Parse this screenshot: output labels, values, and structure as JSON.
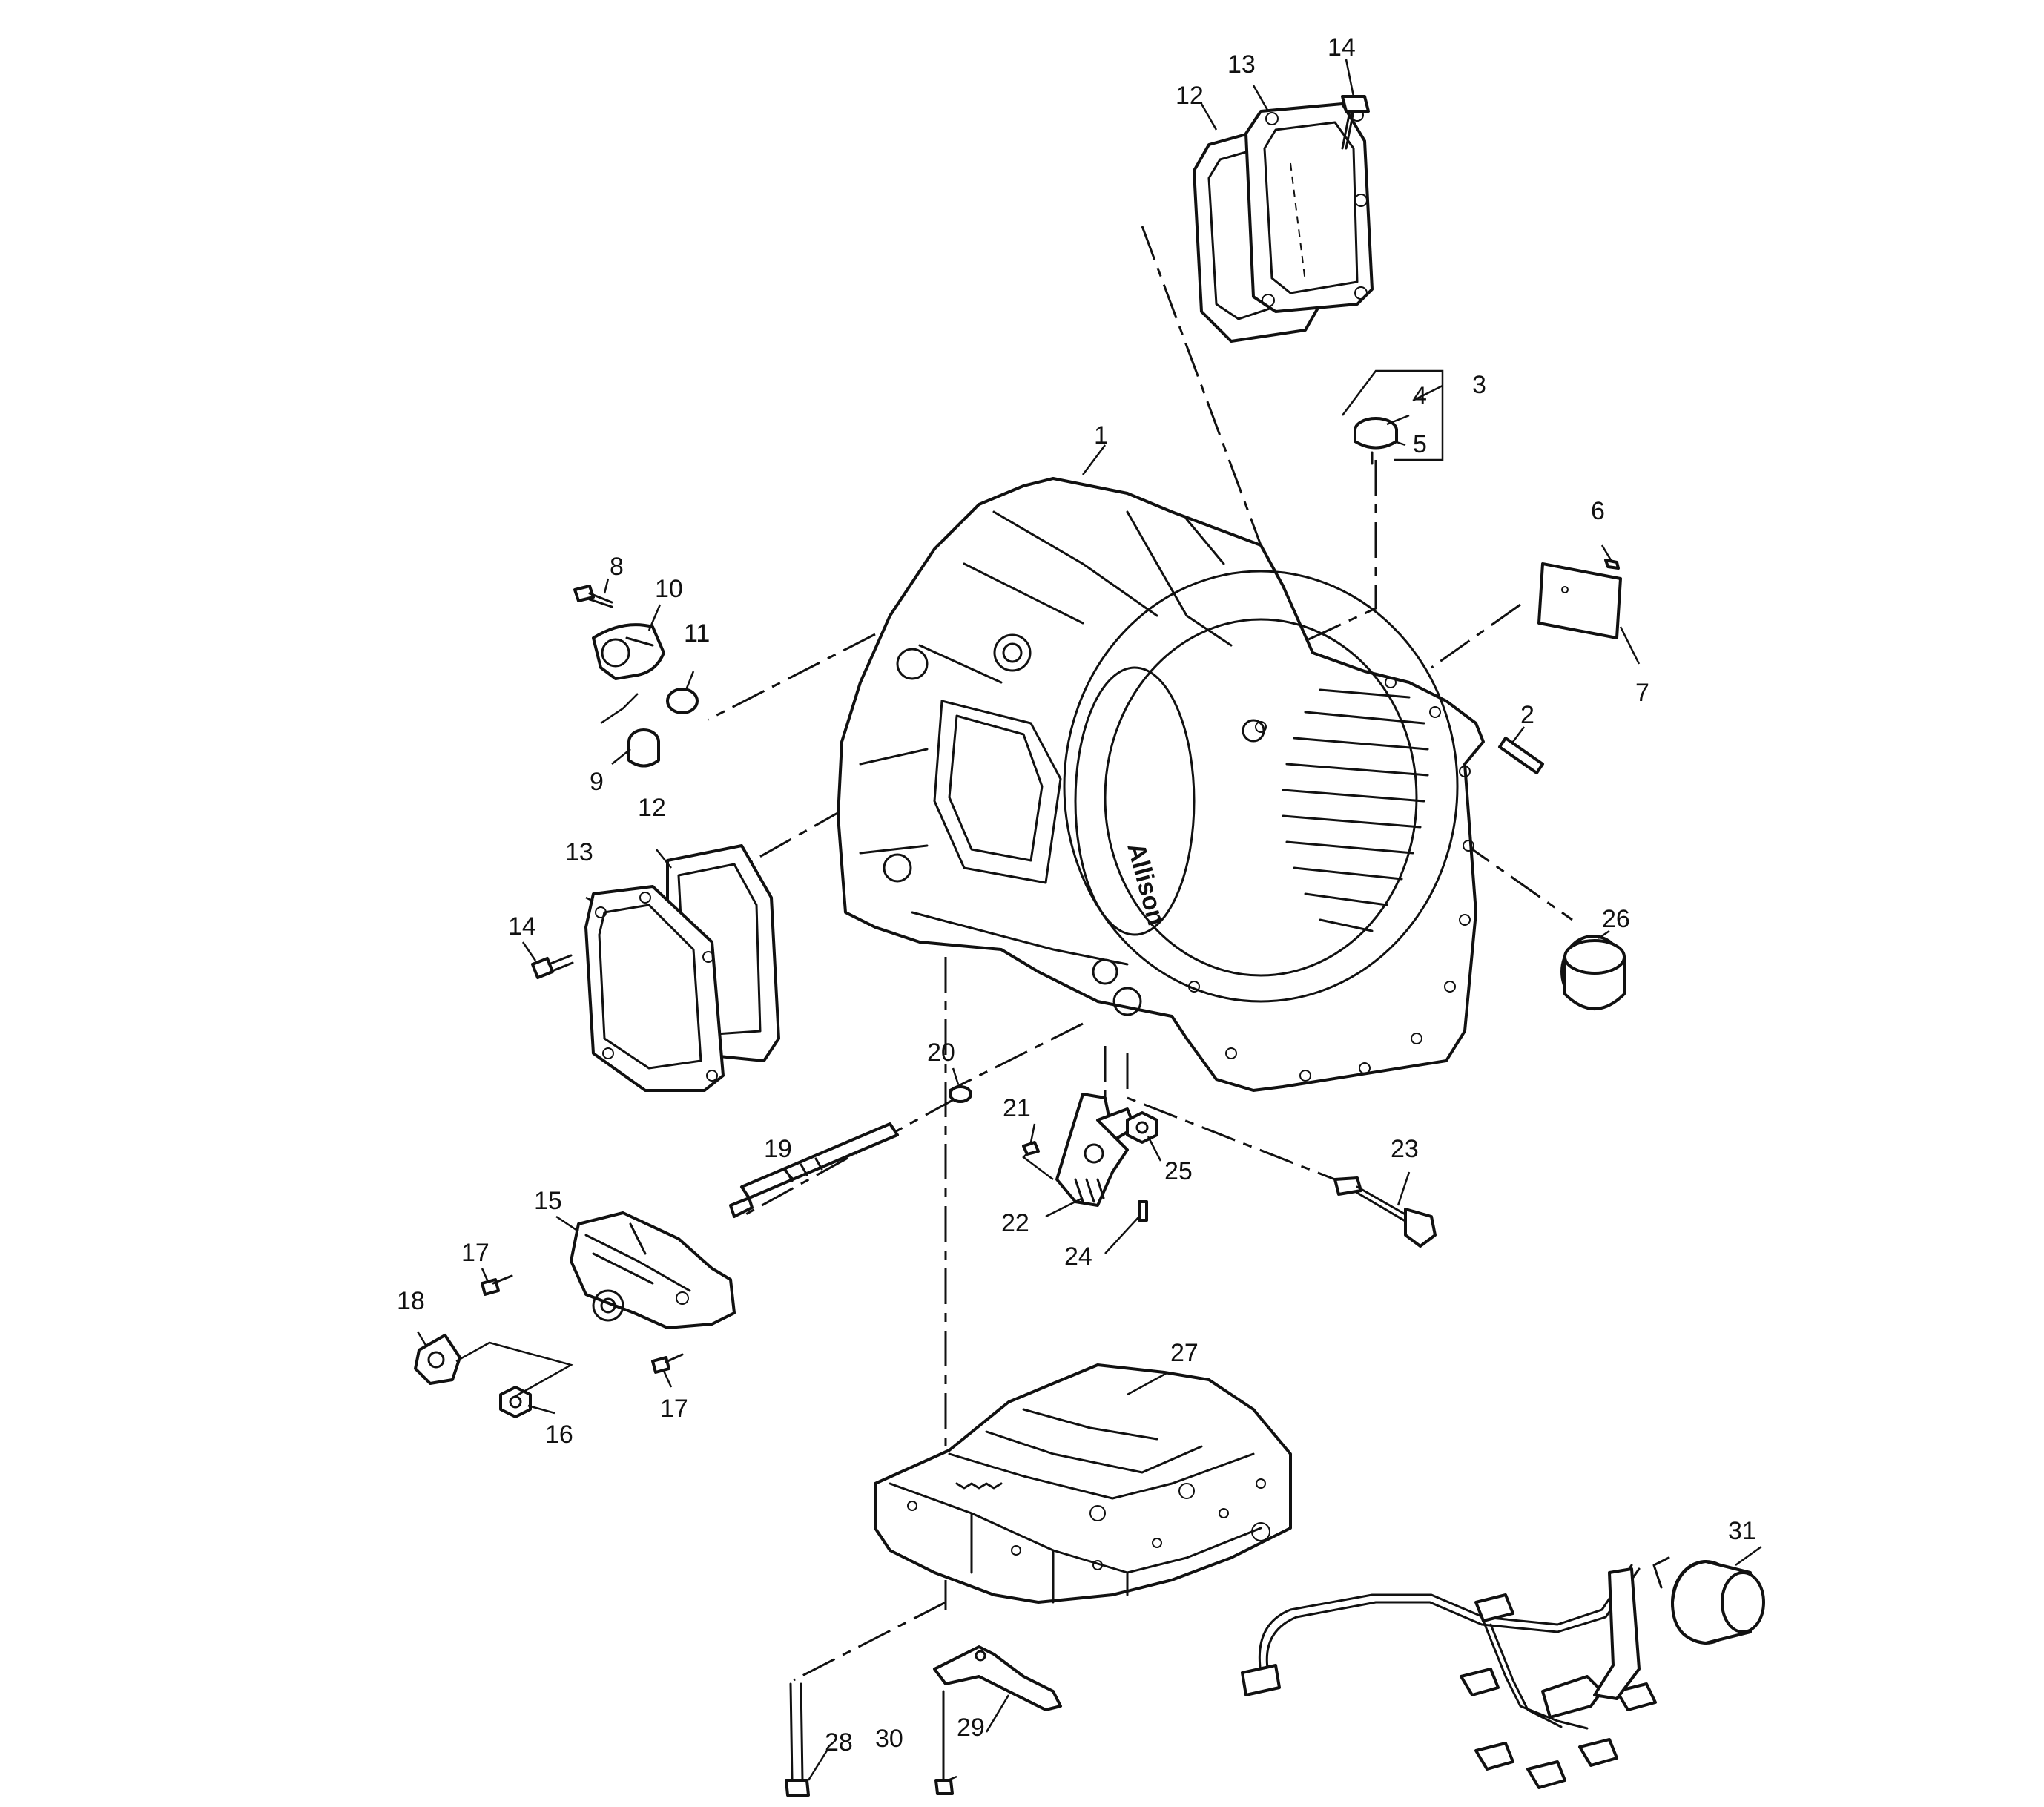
{
  "callouts": [
    "1",
    "2",
    "3",
    "4",
    "5",
    "6",
    "7",
    "8",
    "9",
    "10",
    "11",
    "12",
    "13",
    "14",
    "12",
    "13",
    "14",
    "15",
    "16",
    "17",
    "17",
    "18",
    "19",
    "20",
    "21",
    "22",
    "23",
    "24",
    "25",
    "26",
    "27",
    "28",
    "29",
    "30",
    "31"
  ]
}
